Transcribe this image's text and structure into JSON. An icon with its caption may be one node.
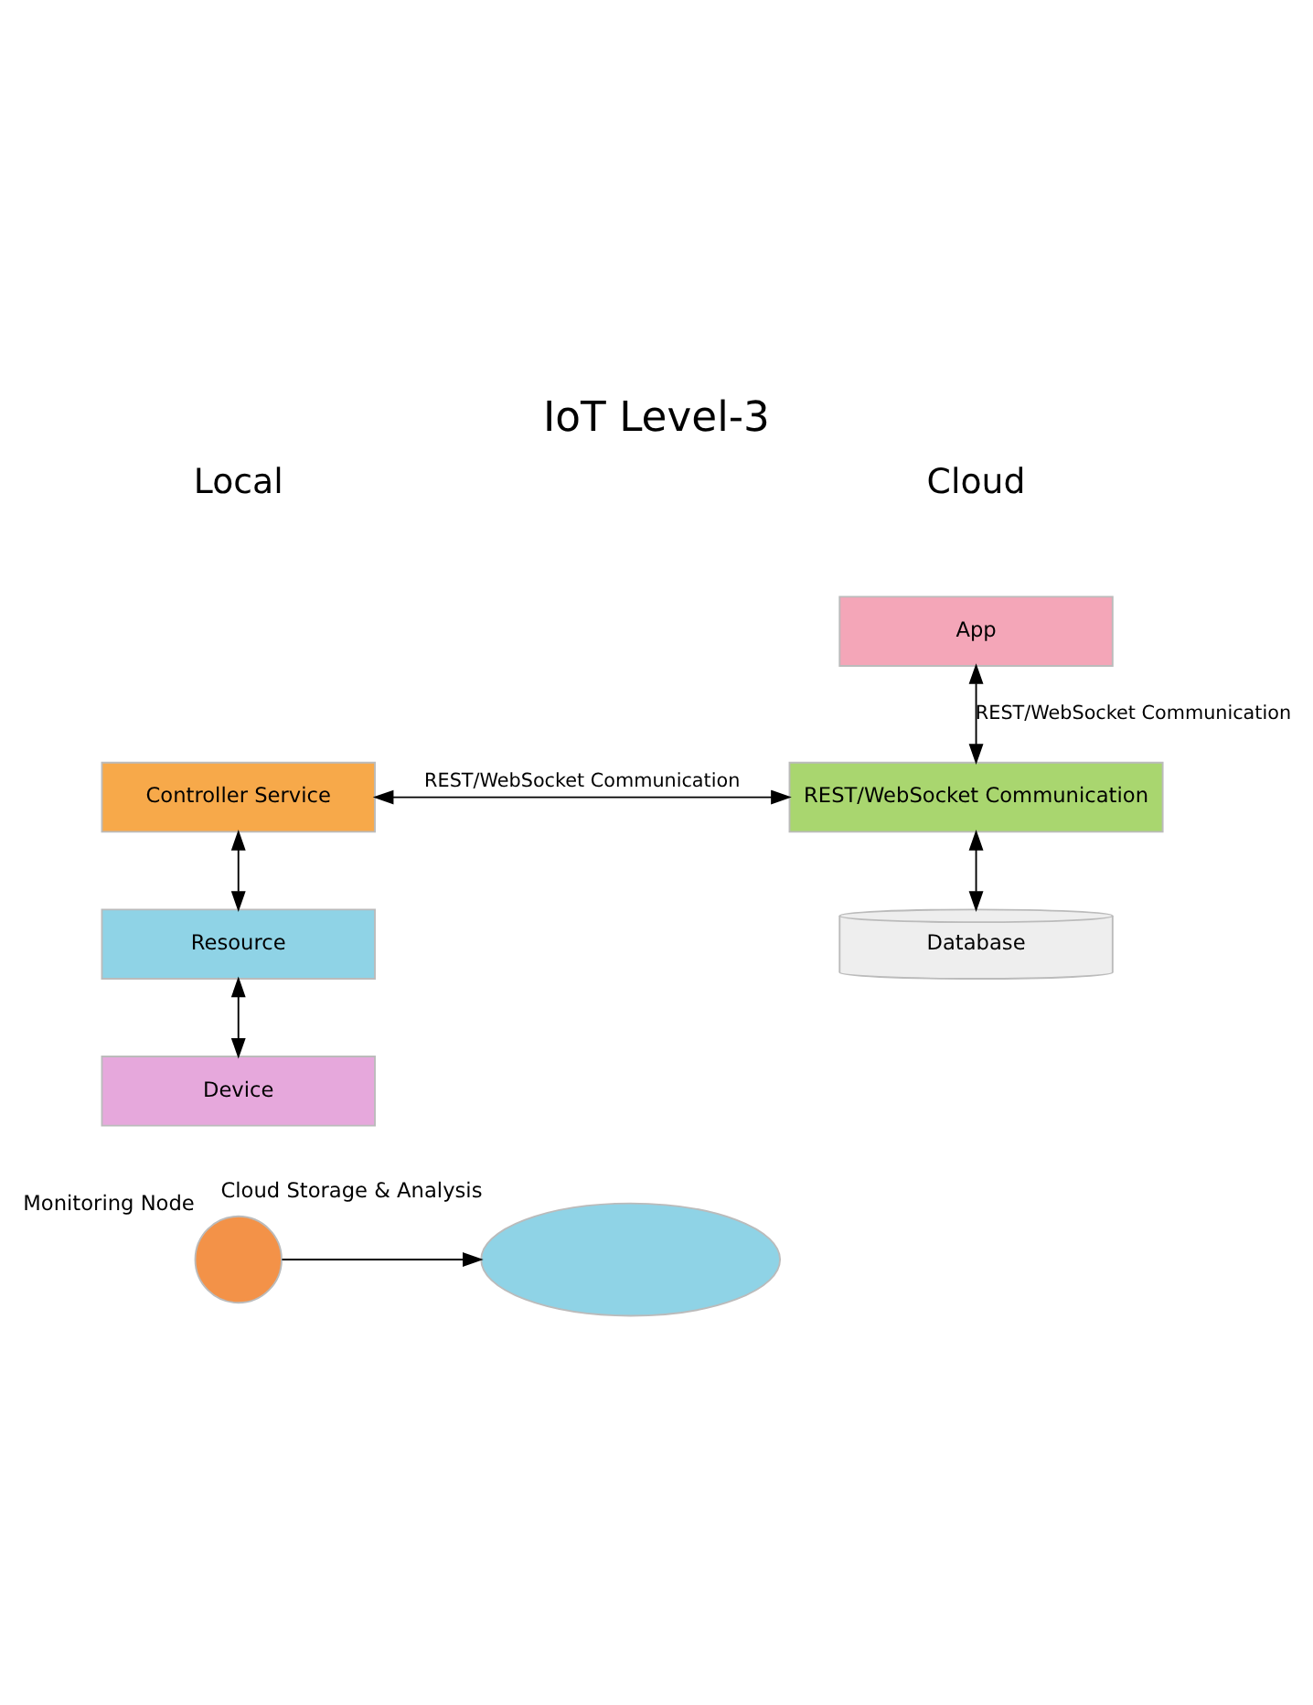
{
  "diagram": {
    "title": "IoT Level-3",
    "nodes": [
      {
        "text": [
          "App"
        ]
      },
      {
        "text": [
          "REST/WebSocket Communication"
        ]
      },
      {
        "text": [
          "Controller Service"
        ]
      },
      {
        "text": [
          "Resource"
        ]
      },
      {
        "text": [
          "Device"
        ]
      },
      {
        "text": [
          "Database"
        ]
      },
      {
        "text": [],
        "shape": "circle",
        "beside": [
          "Monitoring Node"
        ]
      },
      {
        "text": [],
        "shape": "cloud",
        "beside": [
          "Cloud Storage & Analysis"
        ]
      }
    ],
    "edges": [
      {
        "from": 0,
        "to": 1,
        "arrow": "both",
        "label": "REST/WebSocket Communication"
      },
      {
        "from": 2,
        "to": 1,
        "arrow": "both",
        "label": "REST/WebSocket Communication"
      },
      {
        "from": 2,
        "to": 3,
        "arrow": "both"
      },
      {
        "from": 3,
        "to": 4,
        "arrow": "both"
      },
      {
        "from": 1,
        "to": 5,
        "arrow": "both"
      },
      {
        "from": 6,
        "to": 7,
        "arrow": "to"
      }
    ],
    "labels": [
      "Local",
      "Cloud"
    ]
  }
}
